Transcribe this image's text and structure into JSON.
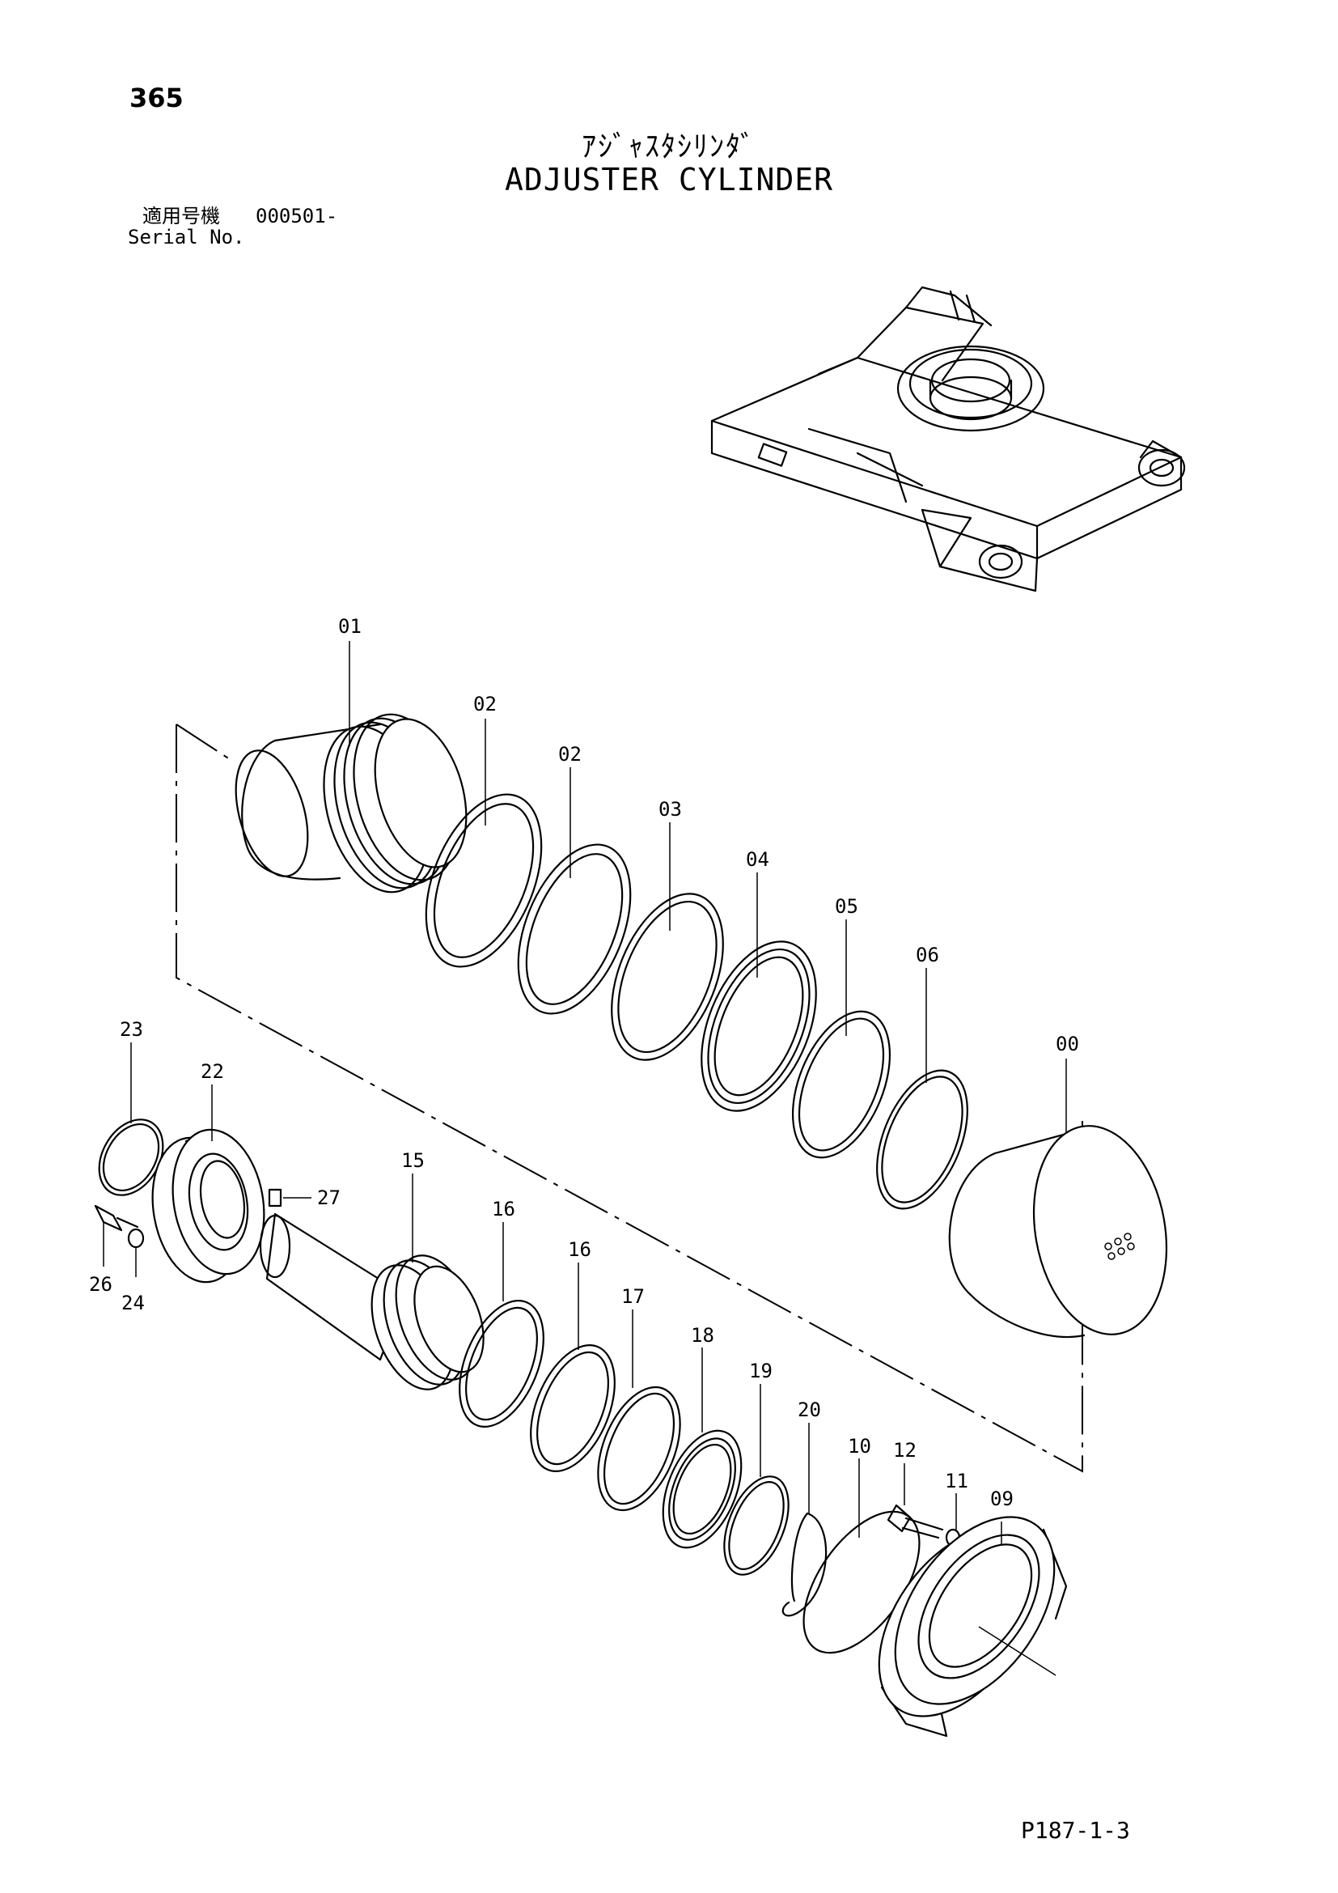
{
  "page_number": "365",
  "title_jp": "ｱｼﾞｬｽﾀｼﾘﾝﾀﾞ",
  "title_en": "ADJUSTER CYLINDER",
  "serial": {
    "label_jp": "適用号機",
    "value": "000501-",
    "label_en": "Serial No."
  },
  "callouts": {
    "c01": "01",
    "c02a": "02",
    "c02b": "02",
    "c03": "03",
    "c04": "04",
    "c05": "05",
    "c06": "06",
    "c00": "00",
    "c23": "23",
    "c22": "22",
    "c27": "27",
    "c15": "15",
    "c26": "26",
    "c24": "24",
    "c16a": "16",
    "c16b": "16",
    "c17": "17",
    "c18": "18",
    "c19": "19",
    "c20": "20",
    "c10": "10",
    "c12": "12",
    "c11": "11",
    "c09": "09"
  },
  "footer_code": "P187-1-3"
}
